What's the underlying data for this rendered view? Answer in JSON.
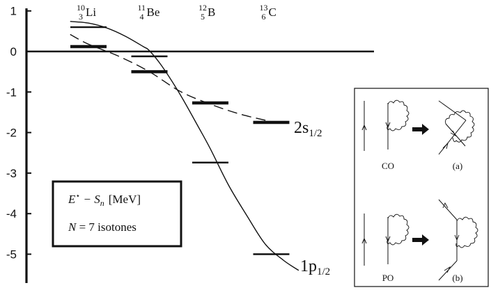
{
  "chart_data": {
    "type": "level-scheme",
    "ylim": [
      -5.55,
      1.1
    ],
    "yticks": [
      "1",
      "0",
      "-1",
      "-2",
      "-3",
      "-4",
      "-5"
    ],
    "ytick_values": [
      1,
      0,
      -1,
      -2,
      -3,
      -4,
      -5
    ],
    "isotopes": [
      {
        "mass": "10",
        "Z": "3",
        "symbol": "Li",
        "x": 1
      },
      {
        "mass": "11",
        "Z": "4",
        "symbol": "Be",
        "x": 2
      },
      {
        "mass": "12",
        "Z": "5",
        "symbol": "B",
        "x": 3
      },
      {
        "mass": "13",
        "Z": "6",
        "symbol": "C",
        "x": 4
      }
    ],
    "levels": [
      {
        "isotope": "Li",
        "x": 1,
        "energy": 0.6,
        "thick": false
      },
      {
        "isotope": "Li",
        "x": 1,
        "energy": 0.12,
        "thick": true
      },
      {
        "isotope": "Be",
        "x": 2,
        "energy": -0.12,
        "thick": false
      },
      {
        "isotope": "Be",
        "x": 2,
        "energy": -0.5,
        "thick": true
      },
      {
        "isotope": "B",
        "x": 3,
        "energy": -1.27,
        "thick": true
      },
      {
        "isotope": "B",
        "x": 3,
        "energy": -2.74,
        "thick": false
      },
      {
        "isotope": "C",
        "x": 4,
        "energy": -1.75,
        "thick": true
      },
      {
        "isotope": "C",
        "x": 4,
        "energy": -5.0,
        "thick": false
      }
    ],
    "series": [
      {
        "name": "2s1/2",
        "style": "dashed",
        "x": [
          0.7,
          1.0,
          1.5,
          2.0,
          2.5,
          3.0,
          3.5,
          4.0
        ],
        "y": [
          0.42,
          0.18,
          -0.12,
          -0.5,
          -0.98,
          -1.3,
          -1.55,
          -1.73
        ]
      },
      {
        "name": "1p1/2",
        "style": "solid",
        "x": [
          0.7,
          1.0,
          1.3,
          1.6,
          1.9,
          2.0,
          2.2,
          2.5,
          2.8,
          3.0,
          3.3,
          3.6,
          3.9,
          4.2,
          4.45
        ],
        "y": [
          0.74,
          0.7,
          0.58,
          0.38,
          0.12,
          0.02,
          -0.35,
          -1.05,
          -1.85,
          -2.4,
          -3.3,
          -4.05,
          -4.75,
          -5.15,
          -5.4
        ]
      }
    ],
    "orbital_labels": [
      {
        "main": "2s",
        "sub": "1/2"
      },
      {
        "main": "1p",
        "sub": "1/2"
      }
    ],
    "legend": {
      "line1_main": "E",
      "line1_sup": "⋆",
      "line1_mid": " − S",
      "line1_sub": "n",
      "line1_units": "[MeV]",
      "line2_main": "N",
      "line2_rest": " = 7 isotones"
    },
    "inset": {
      "labels": [
        "CO",
        "(a)",
        "PO",
        "(b)"
      ]
    }
  }
}
